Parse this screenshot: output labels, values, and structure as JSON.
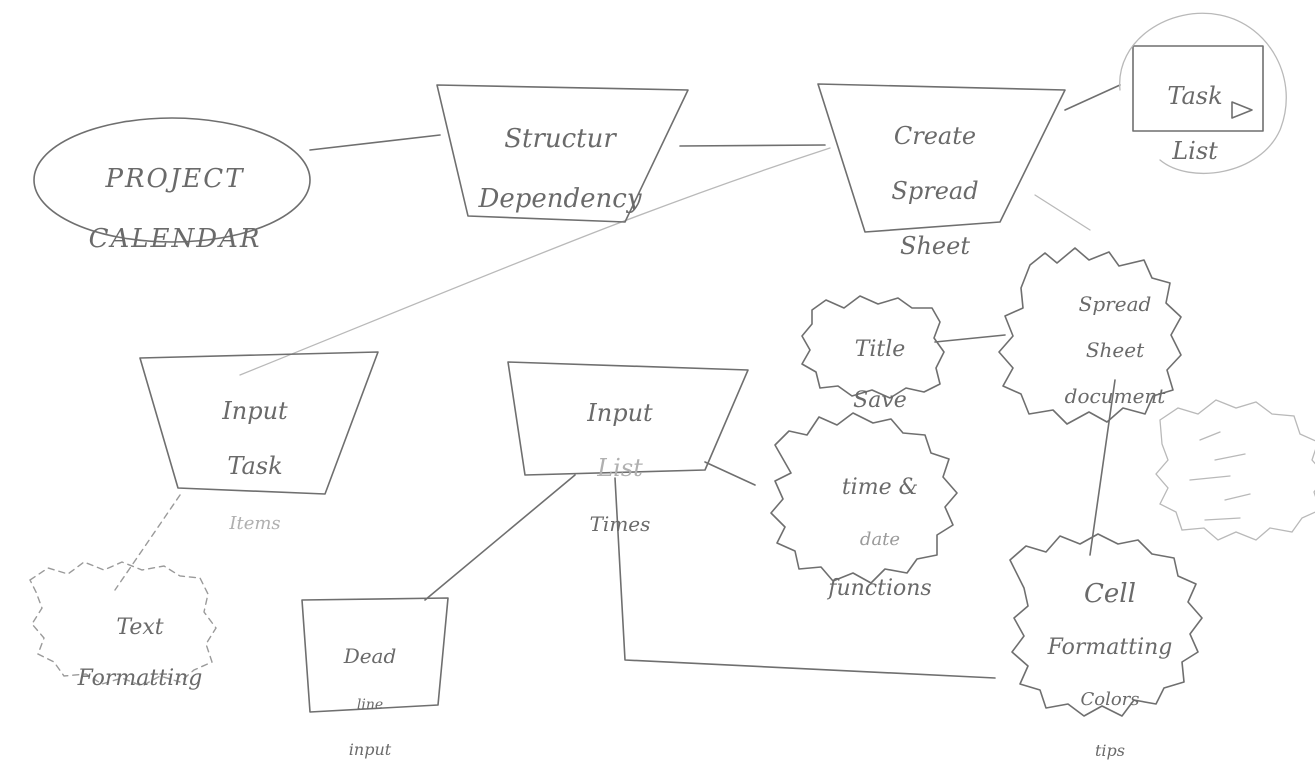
{
  "nodes": {
    "project_calendar": {
      "line1": "PROJECT",
      "line2": "CALENDAR"
    },
    "structure_dependency": {
      "line1": "Structur",
      "line2": "Dependency"
    },
    "create_spreadsheet": {
      "line1": "Create",
      "line2": "Spread",
      "line3": "Sheet"
    },
    "task_list": {
      "line1": "Task",
      "line2": "List"
    },
    "spreadsheet_document": {
      "line1": "Spread",
      "line2": "Sheet",
      "line3": "document"
    },
    "title_save": {
      "line1": "Title",
      "line2": "Save"
    },
    "input_task_items": {
      "line1": "Input",
      "line2": "Task",
      "line3": "Items"
    },
    "input_list_times": {
      "line1": "Input",
      "line2": "List",
      "line3": "Times"
    },
    "time_date_functions": {
      "line1": "time &",
      "line2": "date",
      "line3": "functions"
    },
    "text_formatting": {
      "line1": "Text",
      "line2": "Formatting"
    },
    "dead_line_input": {
      "line1": "Dead",
      "line2": "line",
      "line3": "input"
    },
    "cell_formatting": {
      "line1": "Cell",
      "line2": "Formatting",
      "line3": "Colors",
      "line4": "tips"
    }
  }
}
